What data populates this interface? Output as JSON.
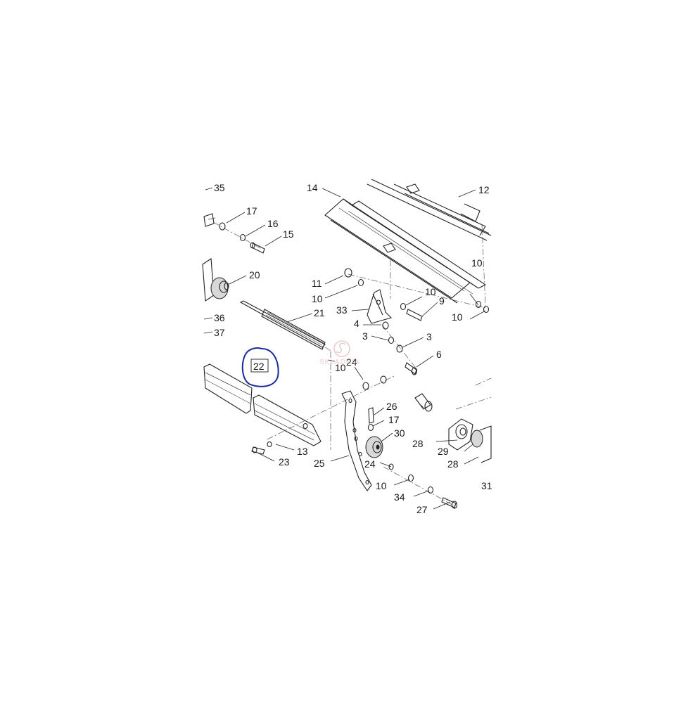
{
  "diagram": {
    "callouts": [
      "35",
      "17",
      "16",
      "15",
      "20",
      "36",
      "37",
      "14",
      "12",
      "10",
      "11",
      "10",
      "33",
      "10",
      "9",
      "10",
      "4",
      "3",
      "3",
      "6",
      "21",
      "24",
      "10",
      "26",
      "17",
      "30",
      "28",
      "29",
      "28",
      "25",
      "24",
      "10",
      "34",
      "27",
      "13",
      "23",
      "31"
    ],
    "highlighted_part": "22",
    "highlight_color": "#1a2a9a",
    "watermark_text": "SKLADNIA"
  }
}
